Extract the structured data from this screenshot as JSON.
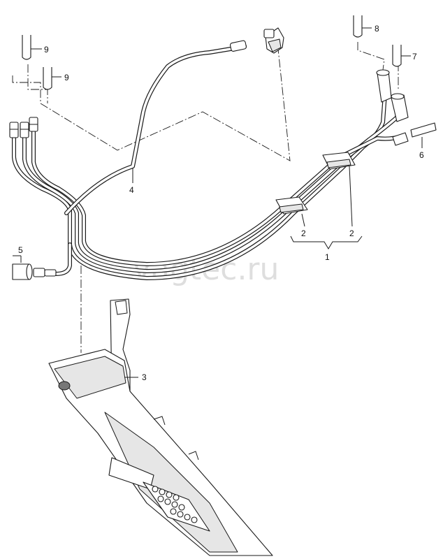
{
  "watermark": "vagtec.ru",
  "callouts": {
    "c1": "1",
    "c2a": "2",
    "c2b": "2",
    "c3": "3",
    "c4": "4",
    "c5": "5",
    "c6": "6",
    "c7": "7",
    "c8": "8",
    "c9a": "9",
    "c9b": "9"
  },
  "colors": {
    "line": "#1a1a1a",
    "background": "#ffffff",
    "watermark": "#d9d9d9"
  }
}
